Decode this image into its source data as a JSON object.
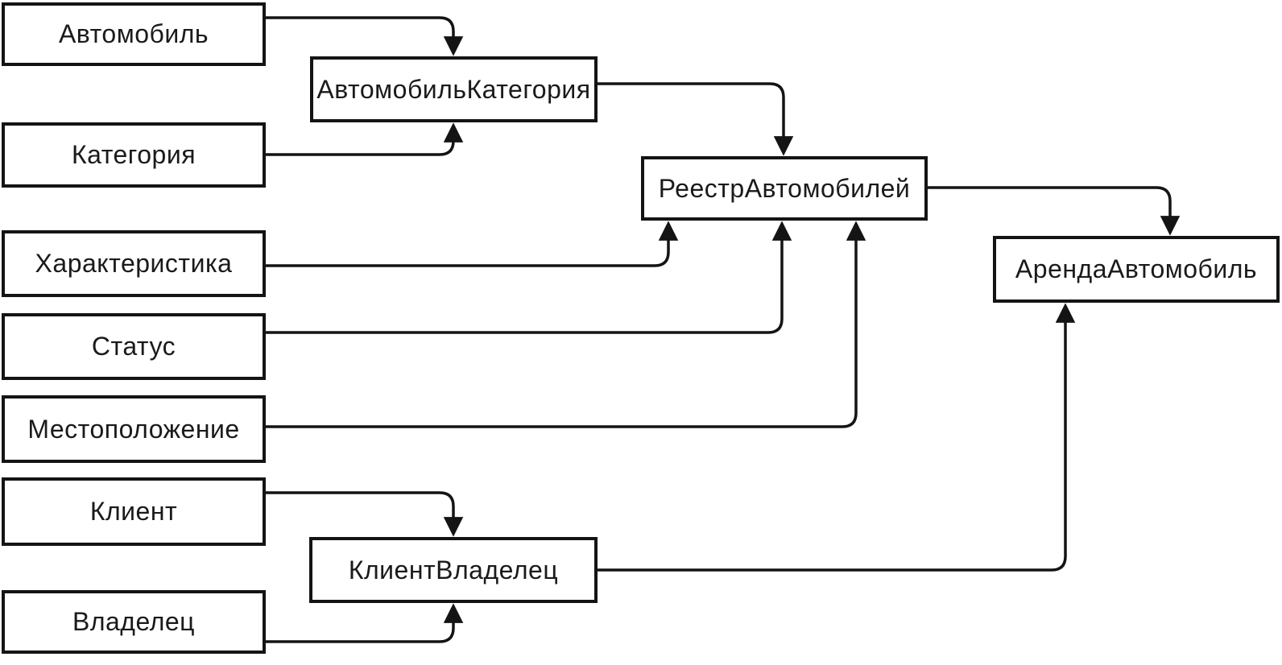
{
  "diagram": {
    "type": "entity-flow-diagram",
    "language": "ru",
    "nodes": [
      {
        "id": "avtomobil",
        "label": "Автомобиль"
      },
      {
        "id": "kategoriya",
        "label": "Категория"
      },
      {
        "id": "kharakteristika",
        "label": "Характеристика"
      },
      {
        "id": "status",
        "label": "Статус"
      },
      {
        "id": "mestopolozhenie",
        "label": "Местоположение"
      },
      {
        "id": "klient",
        "label": "Клиент"
      },
      {
        "id": "vladelets",
        "label": "Владелец"
      },
      {
        "id": "avtomobil-kategoriya",
        "label": "АвтомобильКатегория"
      },
      {
        "id": "klient-vladelets",
        "label": "КлиентВладелец"
      },
      {
        "id": "reestr-avtomobiley",
        "label": "РеестрАвтомобилей"
      },
      {
        "id": "arenda-avtomobil",
        "label": "АрендаАвтомобиль"
      }
    ],
    "edges": [
      {
        "from": "Автомобиль",
        "to": "АвтомобильКатегория"
      },
      {
        "from": "Категория",
        "to": "АвтомобильКатегория"
      },
      {
        "from": "АвтомобильКатегория",
        "to": "РеестрАвтомобилей"
      },
      {
        "from": "Характеристика",
        "to": "РеестрАвтомобилей"
      },
      {
        "from": "Статус",
        "to": "РеестрАвтомобилей"
      },
      {
        "from": "Местоположение",
        "to": "РеестрАвтомобилей"
      },
      {
        "from": "РеестрАвтомобилей",
        "to": "АрендаАвтомобиль"
      },
      {
        "from": "Клиент",
        "to": "КлиентВладелец"
      },
      {
        "from": "Владелец",
        "to": "КлиентВладелец"
      },
      {
        "from": "КлиентВладелец",
        "to": "АрендаАвтомобиль"
      }
    ],
    "colors": {
      "background": "#ffffff",
      "box_fill": "#ffffff",
      "box_border": "#141414",
      "line": "#141414",
      "text": "#1a1a1a"
    }
  }
}
